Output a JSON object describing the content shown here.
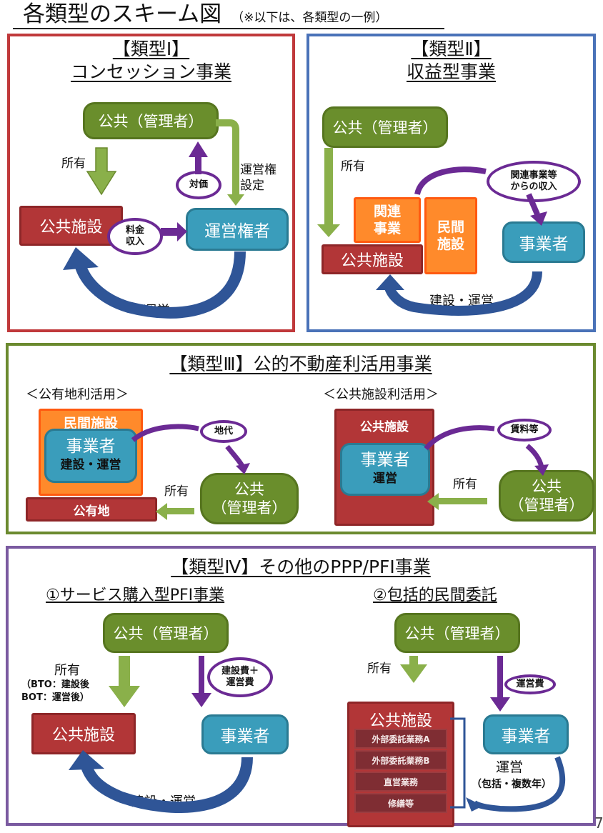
{
  "page": {
    "title": "各類型のスキーム図",
    "subtitle": "（※以下は、各類型の一例）",
    "page_number_fragment": "7"
  },
  "type1": {
    "heading_line1": "【類型Ⅰ】",
    "heading_line2": "コンセッション事業",
    "public_manager": "公共（管理者）",
    "public_facility": "公共施設",
    "operator": "運営権者",
    "ownership_label": "所有",
    "right_setting_label": "運営権\n設定",
    "consideration_oval": "対価",
    "fee_income_oval": "料金\n収入",
    "operation_label": "運営",
    "colors": {
      "border": "#c0393b"
    }
  },
  "type2": {
    "heading_line1": "【類型Ⅱ】",
    "heading_line2": "収益型事業",
    "public_manager": "公共（管理者）",
    "ownership_label": "所有",
    "related_business": "関連\n事業",
    "private_facility": "民間\n施設",
    "public_facility": "公共施設",
    "business_operator": "事業者",
    "income_oval": "関連事業等\nからの収入",
    "build_operate_label": "建設・運営",
    "colors": {
      "border": "#4a72b8"
    }
  },
  "type3": {
    "heading": "【類型Ⅲ】公的不動産利活用事業",
    "left": {
      "subheading": "＜公有地利活用＞",
      "private_facility": "民間施設",
      "business_operator": "事業者",
      "operator_role": "建設・運営",
      "public_land": "公有地",
      "ground_rent_oval": "地代",
      "ownership_label": "所有",
      "public_manager": "公共\n（管理者）"
    },
    "right": {
      "subheading": "＜公共施設利活用＞",
      "public_facility": "公共施設",
      "business_operator": "事業者",
      "operator_role": "運営",
      "rent_oval": "賃料等",
      "ownership_label": "所有",
      "public_manager": "公共\n（管理者）"
    },
    "colors": {
      "border": "#6b8a2f"
    }
  },
  "type4": {
    "heading": "【類型Ⅳ】その他のPPP/PFI事業",
    "left": {
      "subheading": "①サービス購入型PFI事業",
      "public_manager": "公共（管理者）",
      "ownership_label": "所有",
      "ownership_note": "（BTO：建設後\nBOT：運営後）",
      "public_facility": "公共施設",
      "business_operator": "事業者",
      "cost_oval": "建設費＋\n運営費",
      "build_operate_label": "建設・運営"
    },
    "right": {
      "subheading": "②包括的民間委託",
      "public_manager": "公共（管理者）",
      "ownership_label": "所有",
      "public_facility": "公共施設",
      "tasks": [
        "外部委託業務A",
        "外部委託業務B",
        "直営業務",
        "修繕等"
      ],
      "business_operator": "事業者",
      "operating_cost_oval": "運営費",
      "operation_label": "運営",
      "operation_note": "（包括・複数年）"
    },
    "colors": {
      "border": "#7a5aa0"
    }
  },
  "colors": {
    "public_manager_green": "#6a8e2c",
    "public_facility_red": "#b23637",
    "operator_teal": "#3a9dbb",
    "private_orange": "#ff8a2b",
    "money_purple": "#6b2a94",
    "flow_blue": "#2f5597",
    "ownership_green": "#8ab04a"
  }
}
